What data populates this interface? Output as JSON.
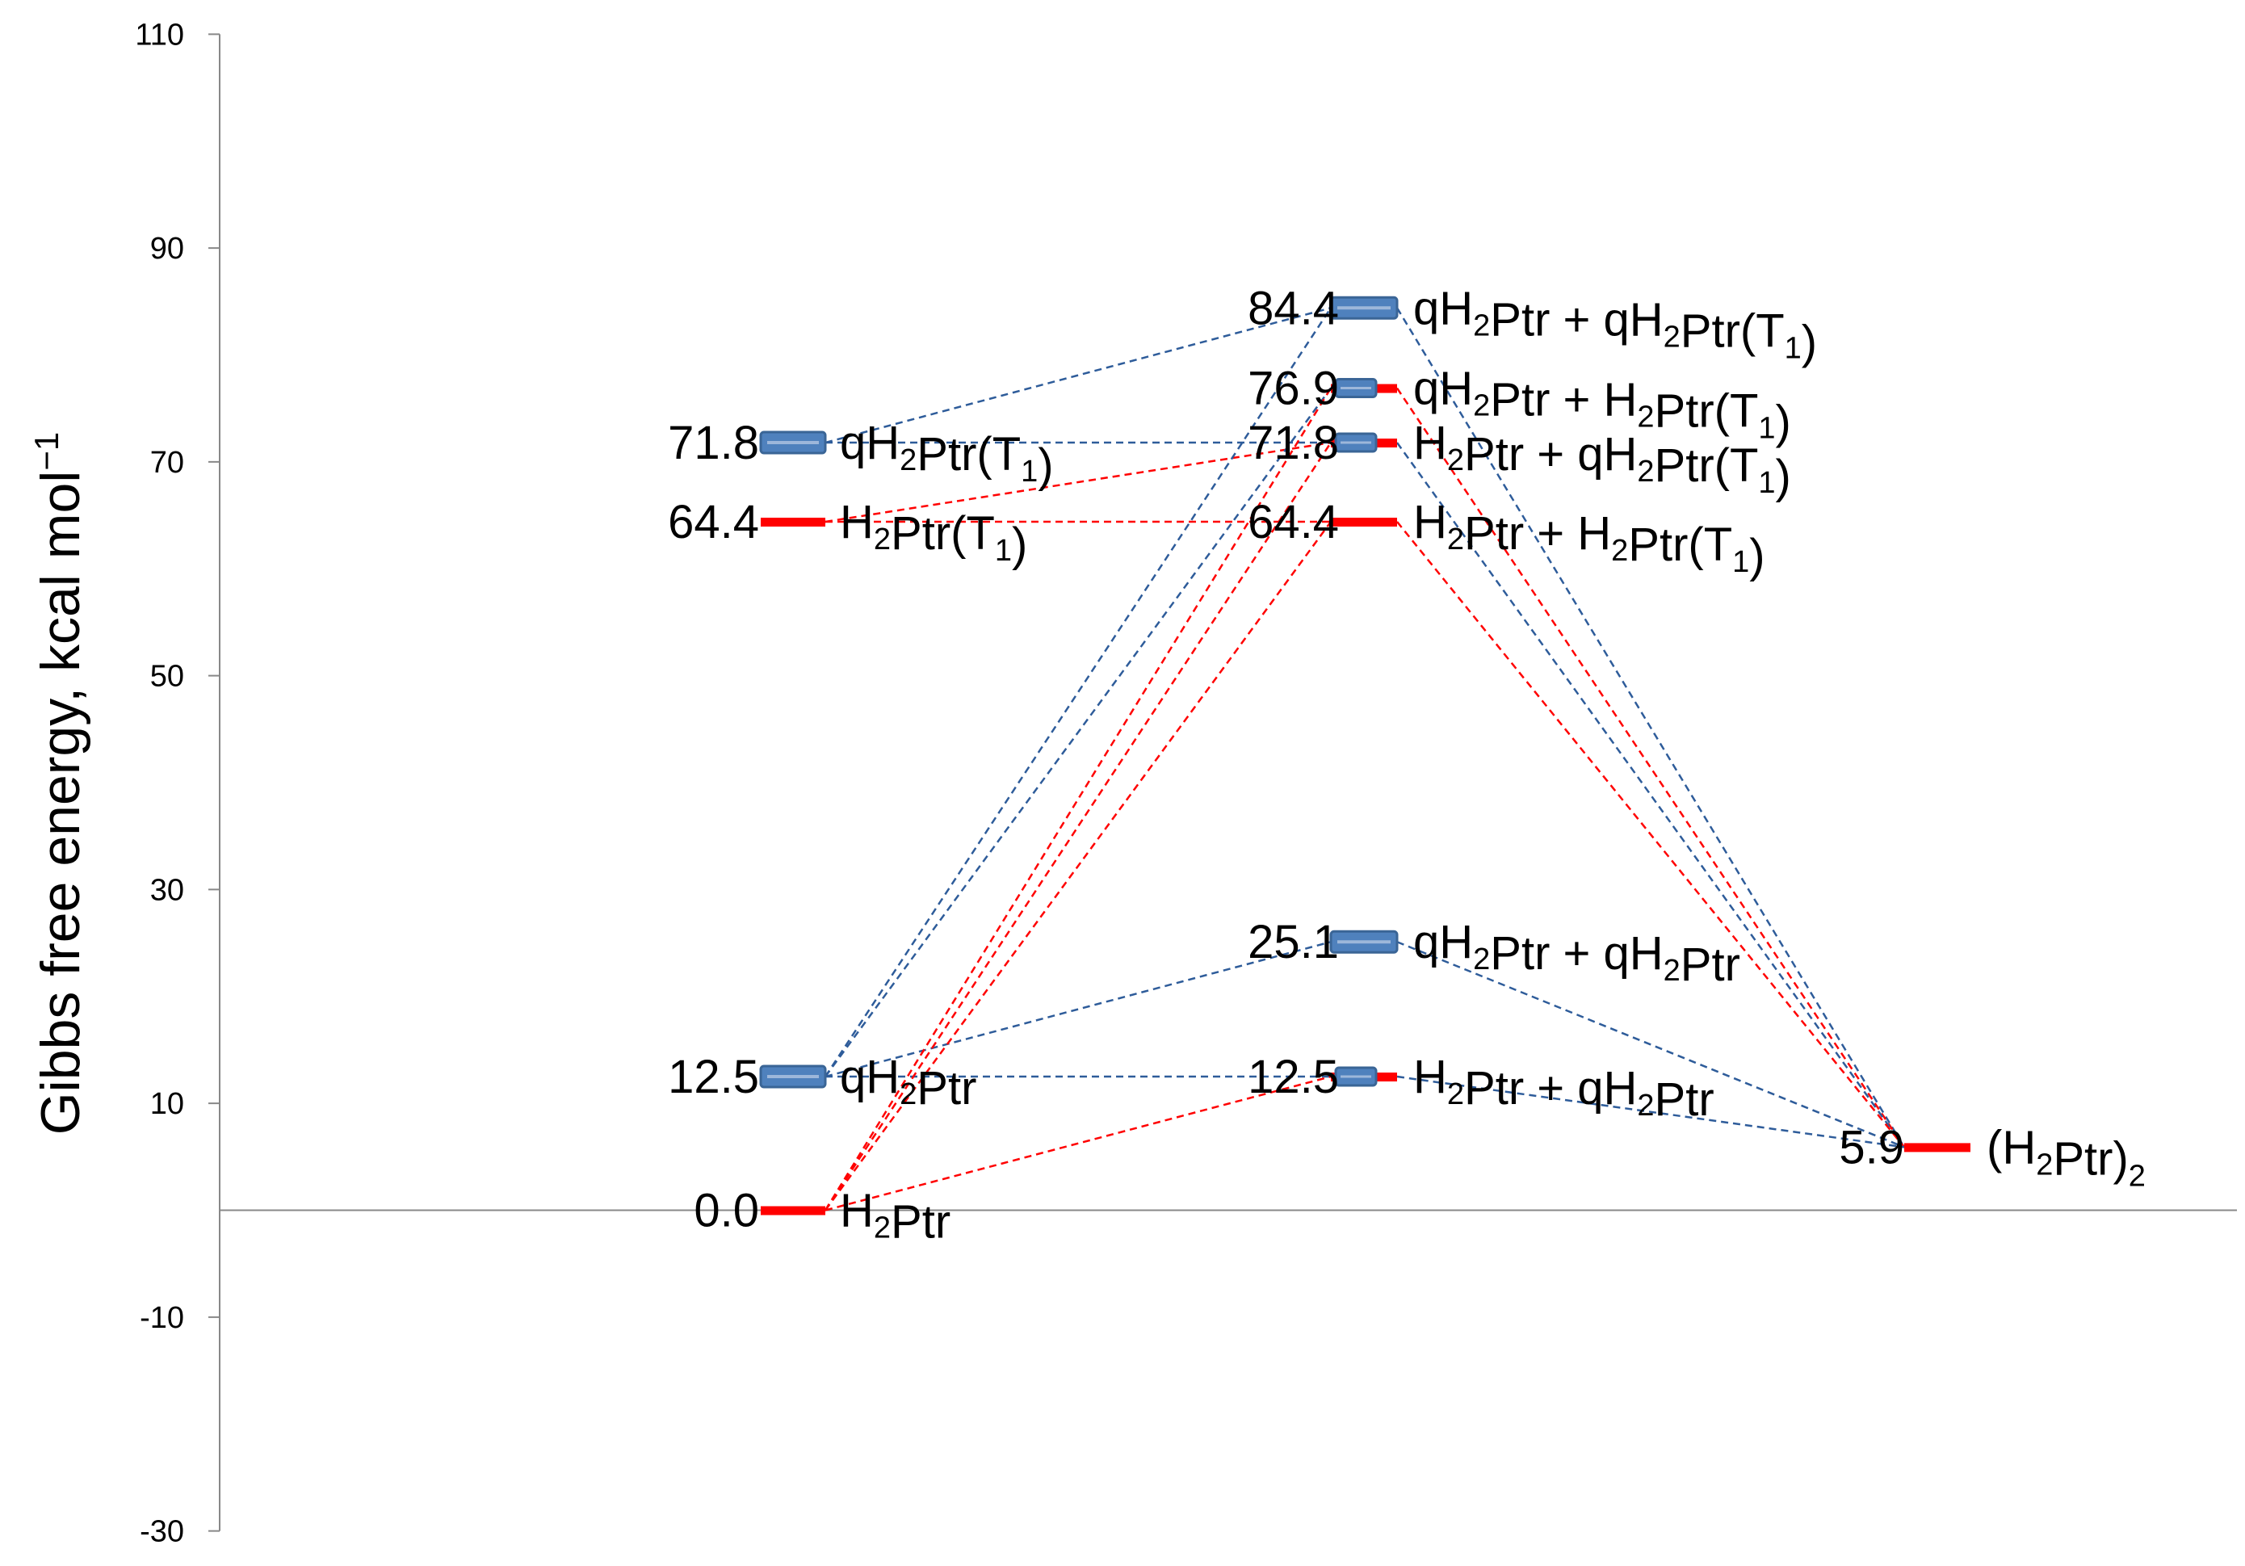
{
  "chart_data": {
    "type": "energy-level-diagram",
    "ylabel": "Gibbs free energy, kcal mol",
    "ylabel_superscript": "−1",
    "ylim": [
      -30,
      110
    ],
    "yticks": [
      {
        "value": 110,
        "label": "110"
      },
      {
        "value": 90,
        "label": "90"
      },
      {
        "value": 70,
        "label": "70"
      },
      {
        "value": 50,
        "label": "50"
      },
      {
        "value": 30,
        "label": "30"
      },
      {
        "value": 10,
        "label": "10"
      },
      {
        "value": -10,
        "label": "-10"
      },
      {
        "value": -30,
        "label": "-30"
      }
    ],
    "baseline": 0,
    "series_colors": {
      "blue": "#4F81BD",
      "red": "#FF0000"
    },
    "levels": [
      {
        "id": "L_H2Ptr",
        "col": 1,
        "energy": 0.0,
        "style": "red",
        "value_label": "0.0",
        "species": [
          [
            "H"
          ],
          [
            "2",
            "sub"
          ],
          [
            "Ptr"
          ]
        ]
      },
      {
        "id": "L_qH2Ptr",
        "col": 1,
        "energy": 12.5,
        "style": "blue",
        "value_label": "12.5",
        "species": [
          [
            "qH"
          ],
          [
            "2",
            "sub"
          ],
          [
            "Ptr"
          ]
        ]
      },
      {
        "id": "L_H2PtrT1",
        "col": 1,
        "energy": 64.4,
        "style": "red",
        "value_label": "64.4",
        "species": [
          [
            "H"
          ],
          [
            "2",
            "sub"
          ],
          [
            "Ptr(T"
          ],
          [
            "1",
            "sub"
          ],
          [
            ")"
          ]
        ]
      },
      {
        "id": "L_qH2PtrT1",
        "col": 1,
        "energy": 71.8,
        "style": "blue",
        "value_label": "71.8",
        "species": [
          [
            "qH"
          ],
          [
            "2",
            "sub"
          ],
          [
            "Ptr(T"
          ],
          [
            "1",
            "sub"
          ],
          [
            ")"
          ]
        ]
      },
      {
        "id": "M_qq_T1",
        "col": 2,
        "energy": 84.4,
        "style": "blue",
        "value_label": "84.4",
        "species": [
          [
            "qH"
          ],
          [
            "2",
            "sub"
          ],
          [
            "Ptr + qH"
          ],
          [
            "2",
            "sub"
          ],
          [
            "Ptr(T"
          ],
          [
            "1",
            "sub"
          ],
          [
            ")"
          ]
        ]
      },
      {
        "id": "M_qH_T1",
        "col": 2,
        "energy": 76.9,
        "style": "mixed",
        "value_label": "76.9",
        "species": [
          [
            "qH"
          ],
          [
            "2",
            "sub"
          ],
          [
            "Ptr + H"
          ],
          [
            "2",
            "sub"
          ],
          [
            "Ptr(T"
          ],
          [
            "1",
            "sub"
          ],
          [
            ")"
          ]
        ]
      },
      {
        "id": "M_Hq_T1",
        "col": 2,
        "energy": 71.8,
        "style": "mixed",
        "value_label": "71.8",
        "species": [
          [
            "H"
          ],
          [
            "2",
            "sub"
          ],
          [
            "Ptr + qH"
          ],
          [
            "2",
            "sub"
          ],
          [
            "Ptr(T"
          ],
          [
            "1",
            "sub"
          ],
          [
            ")"
          ]
        ]
      },
      {
        "id": "M_HH_T1",
        "col": 2,
        "energy": 64.4,
        "style": "red",
        "value_label": "64.4",
        "species": [
          [
            "H"
          ],
          [
            "2",
            "sub"
          ],
          [
            "Ptr + H"
          ],
          [
            "2",
            "sub"
          ],
          [
            "Ptr(T"
          ],
          [
            "1",
            "sub"
          ],
          [
            ")"
          ]
        ]
      },
      {
        "id": "M_qq",
        "col": 2,
        "energy": 25.1,
        "style": "blue",
        "value_label": "25.1",
        "species": [
          [
            "qH"
          ],
          [
            "2",
            "sub"
          ],
          [
            "Ptr + qH"
          ],
          [
            "2",
            "sub"
          ],
          [
            "Ptr"
          ]
        ]
      },
      {
        "id": "M_Hq",
        "col": 2,
        "energy": 12.5,
        "style": "mixed",
        "value_label": "12.5",
        "species": [
          [
            "H"
          ],
          [
            "2",
            "sub"
          ],
          [
            "Ptr + qH"
          ],
          [
            "2",
            "sub"
          ],
          [
            "Ptr"
          ]
        ]
      },
      {
        "id": "R_dimer",
        "col": 3,
        "energy": 5.9,
        "style": "red",
        "value_label": "5.9",
        "species": [
          [
            "(H"
          ],
          [
            "2",
            "sub"
          ],
          [
            "Ptr)"
          ],
          [
            "2",
            "sub"
          ]
        ]
      }
    ],
    "connections": [
      {
        "from": "L_qH2PtrT1",
        "to": "M_qq_T1",
        "color": "blue"
      },
      {
        "from": "L_qH2PtrT1",
        "to": "M_Hq_T1",
        "color": "blue"
      },
      {
        "from": "L_H2PtrT1",
        "to": "M_Hq_T1",
        "color": "red"
      },
      {
        "from": "L_H2PtrT1",
        "to": "M_HH_T1",
        "color": "red"
      },
      {
        "from": "L_qH2Ptr",
        "to": "M_qq_T1",
        "color": "blue"
      },
      {
        "from": "L_qH2Ptr",
        "to": "M_qH_T1",
        "color": "blue"
      },
      {
        "from": "L_qH2Ptr",
        "to": "M_qq",
        "color": "blue"
      },
      {
        "from": "L_qH2Ptr",
        "to": "M_Hq",
        "color": "blue"
      },
      {
        "from": "L_H2Ptr",
        "to": "M_qH_T1",
        "color": "red"
      },
      {
        "from": "L_H2Ptr",
        "to": "M_Hq_T1",
        "color": "red"
      },
      {
        "from": "L_H2Ptr",
        "to": "M_HH_T1",
        "color": "red"
      },
      {
        "from": "L_H2Ptr",
        "to": "M_Hq",
        "color": "red"
      },
      {
        "from": "M_qq_T1",
        "to": "R_dimer",
        "color": "blue"
      },
      {
        "from": "M_qH_T1",
        "to": "R_dimer",
        "color": "red"
      },
      {
        "from": "M_Hq_T1",
        "to": "R_dimer",
        "color": "blue"
      },
      {
        "from": "M_HH_T1",
        "to": "R_dimer",
        "color": "red"
      },
      {
        "from": "M_qq",
        "to": "R_dimer",
        "color": "blue"
      },
      {
        "from": "M_Hq",
        "to": "R_dimer",
        "color": "blue"
      }
    ]
  }
}
